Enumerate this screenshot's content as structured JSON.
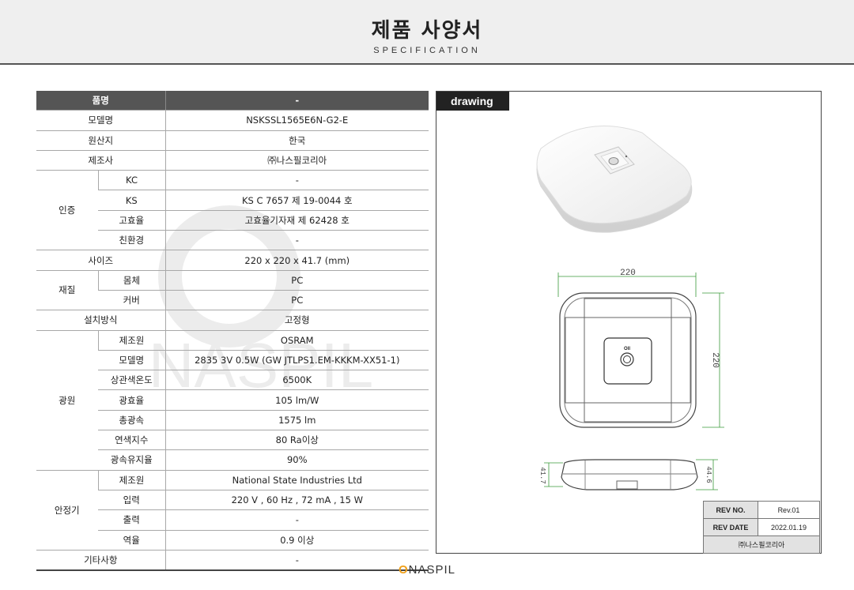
{
  "header": {
    "title": "제품 사양서",
    "subtitle": "SPECIFICATION"
  },
  "spec": {
    "head": {
      "label": "품명",
      "value": "-"
    },
    "model": {
      "label": "모델명",
      "value": "NSKSSL1565E6N-G2-E"
    },
    "origin": {
      "label": "원산지",
      "value": "한국"
    },
    "maker": {
      "label": "제조사",
      "value": "㈜나스필코리아"
    },
    "cert": {
      "label": "인증",
      "rows": [
        {
          "label": "KC",
          "value": "-"
        },
        {
          "label": "KS",
          "value": "KS C 7657 제 19-0044 호"
        },
        {
          "label": "고효율",
          "value": "고효율기자재 제 62428 호"
        },
        {
          "label": "친환경",
          "value": "-"
        }
      ]
    },
    "size": {
      "label": "사이즈",
      "value": "220 x 220 x 41.7 (mm)"
    },
    "material": {
      "label": "재질",
      "rows": [
        {
          "label": "몸체",
          "value": "PC"
        },
        {
          "label": "커버",
          "value": "PC"
        }
      ]
    },
    "install": {
      "label": "설치방식",
      "value": "고정형"
    },
    "light": {
      "label": "광원",
      "rows": [
        {
          "label": "제조원",
          "value": "OSRAM"
        },
        {
          "label": "모델명",
          "value": "2835 3V 0.5W (GW JTLPS1.EM-KKKM-XX51-1)"
        },
        {
          "label": "상관색온도",
          "value": "6500K"
        },
        {
          "label": "광효율",
          "value": "105 lm/W"
        },
        {
          "label": "총광속",
          "value": "1575 lm"
        },
        {
          "label": "연색지수",
          "value": "80 Ra이상"
        },
        {
          "label": "광속유지율",
          "value": "90%"
        }
      ]
    },
    "ballast": {
      "label": "안정기",
      "rows": [
        {
          "label": "제조원",
          "value": "National State Industries Ltd"
        },
        {
          "label": "입력",
          "value": "220 V , 60 Hz , 72 mA , 15 W"
        },
        {
          "label": "출력",
          "value": "-"
        },
        {
          "label": "역율",
          "value": "0.9 이상"
        }
      ]
    },
    "etc": {
      "label": "기타사항",
      "value": "-"
    }
  },
  "drawing": {
    "tag": "drawing",
    "dim_width": "220",
    "dim_height": "220",
    "dim_left": "41.7",
    "dim_right": "44.6",
    "sensor_label": "Oll"
  },
  "revision": {
    "rev_no_label": "REV NO.",
    "rev_no": "Rev.01",
    "rev_date_label": "REV DATE",
    "rev_date": "2022.01.19",
    "company": "㈜나스필코리아"
  },
  "watermark": "NASPIL",
  "footer": {
    "logo_mark": "O",
    "logo_text": "NASPIL"
  }
}
